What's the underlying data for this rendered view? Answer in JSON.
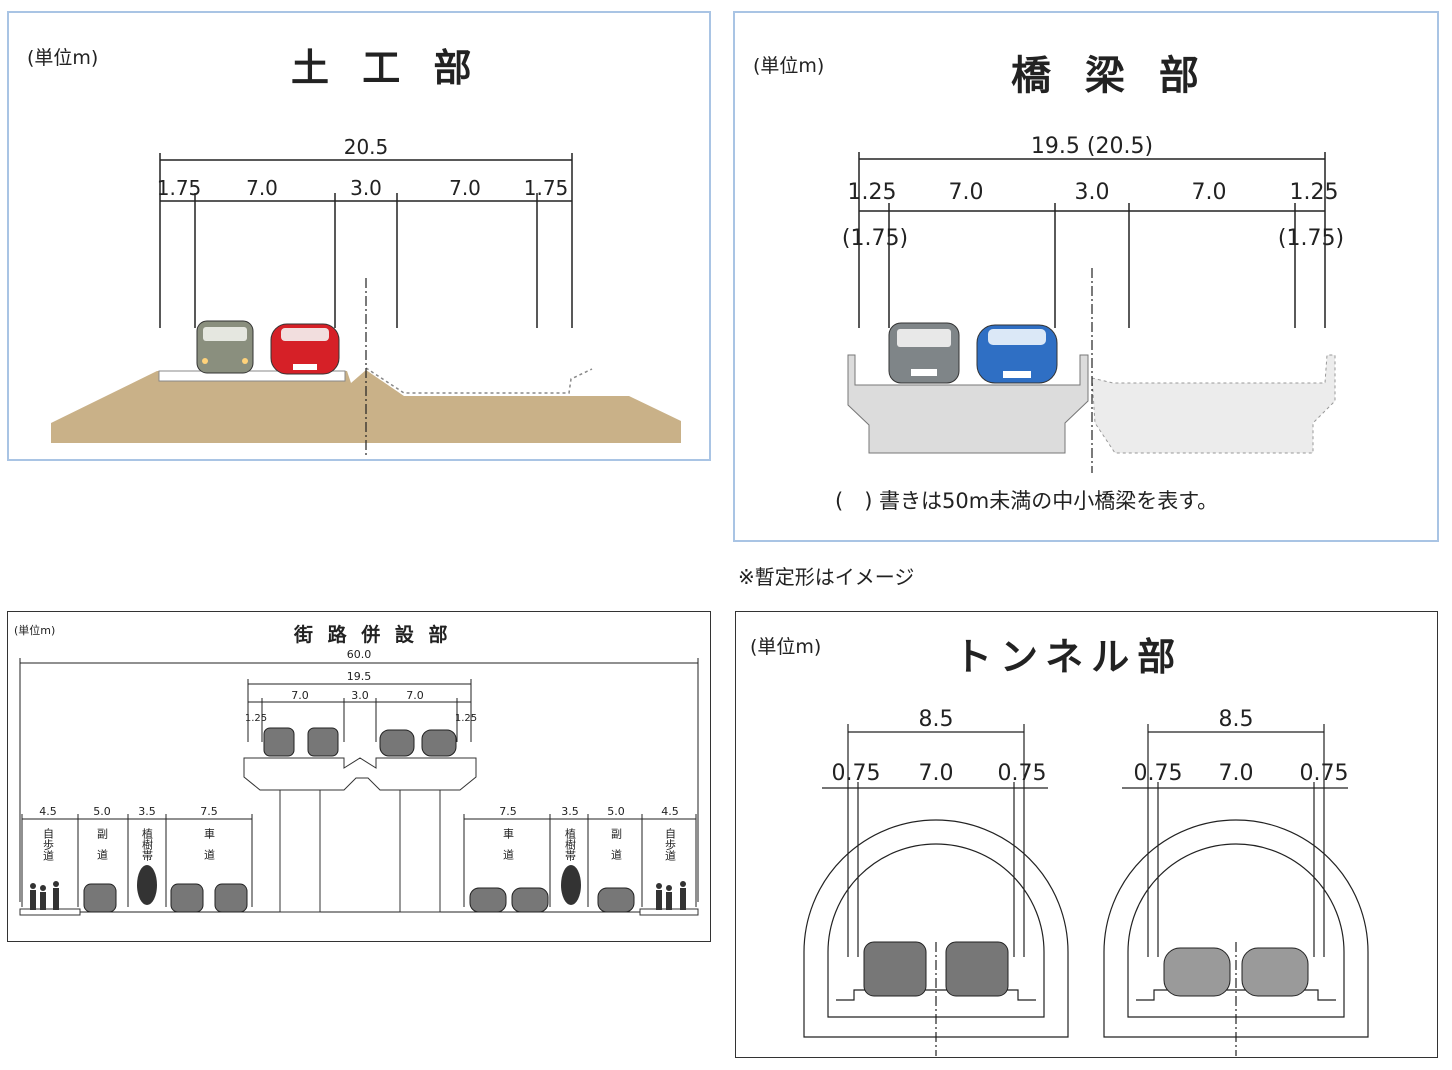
{
  "earthwork": {
    "unit": "(単位m)",
    "title": "土 工 部",
    "total": "20.5",
    "segments": [
      "1.75",
      "7.0",
      "3.0",
      "7.0",
      "1.75"
    ]
  },
  "bridge": {
    "unit": "(単位m)",
    "title": "橋 梁 部",
    "total": "19.5 (20.5)",
    "segments": [
      "1.25",
      "7.0",
      "3.0",
      "7.0",
      "1.25"
    ],
    "alt_left": "(1.75)",
    "alt_right": "(1.75)",
    "note": "(　) 書きは50m未満の中小橋梁を表す。"
  },
  "provisional_note": "※暫定形はイメージ",
  "street": {
    "unit": "(単位m)",
    "title": "街 路 併 設 部",
    "total": "60.0",
    "upper_total": "19.5",
    "upper_segments": [
      "7.0",
      "3.0",
      "7.0"
    ],
    "upper_edge_left": "1.25",
    "upper_edge_right": "1.25",
    "left_widths": [
      "4.5",
      "5.0",
      "3.5",
      "7.5"
    ],
    "right_widths": [
      "7.5",
      "3.5",
      "5.0",
      "4.5"
    ],
    "left_labels": [
      "自歩道",
      "副道",
      "植樹帯",
      "車道"
    ],
    "right_labels": [
      "車道",
      "植樹帯",
      "副道",
      "自歩道"
    ]
  },
  "tunnel": {
    "unit": "(単位m)",
    "title": "トンネル部",
    "left": {
      "total": "8.5",
      "segments": [
        "0.75",
        "7.0",
        "0.75"
      ]
    },
    "right": {
      "total": "8.5",
      "segments": [
        "0.75",
        "7.0",
        "0.75"
      ]
    }
  },
  "colors": {
    "frame_blue": "#a9c4e4",
    "earth": "#c9b188",
    "bridge_grey": "#dcdcdc",
    "car_red": "#d62027",
    "car_blue": "#2f6fc4",
    "car_grey": "#8a8f7e",
    "car_dark": "#7f8588"
  }
}
